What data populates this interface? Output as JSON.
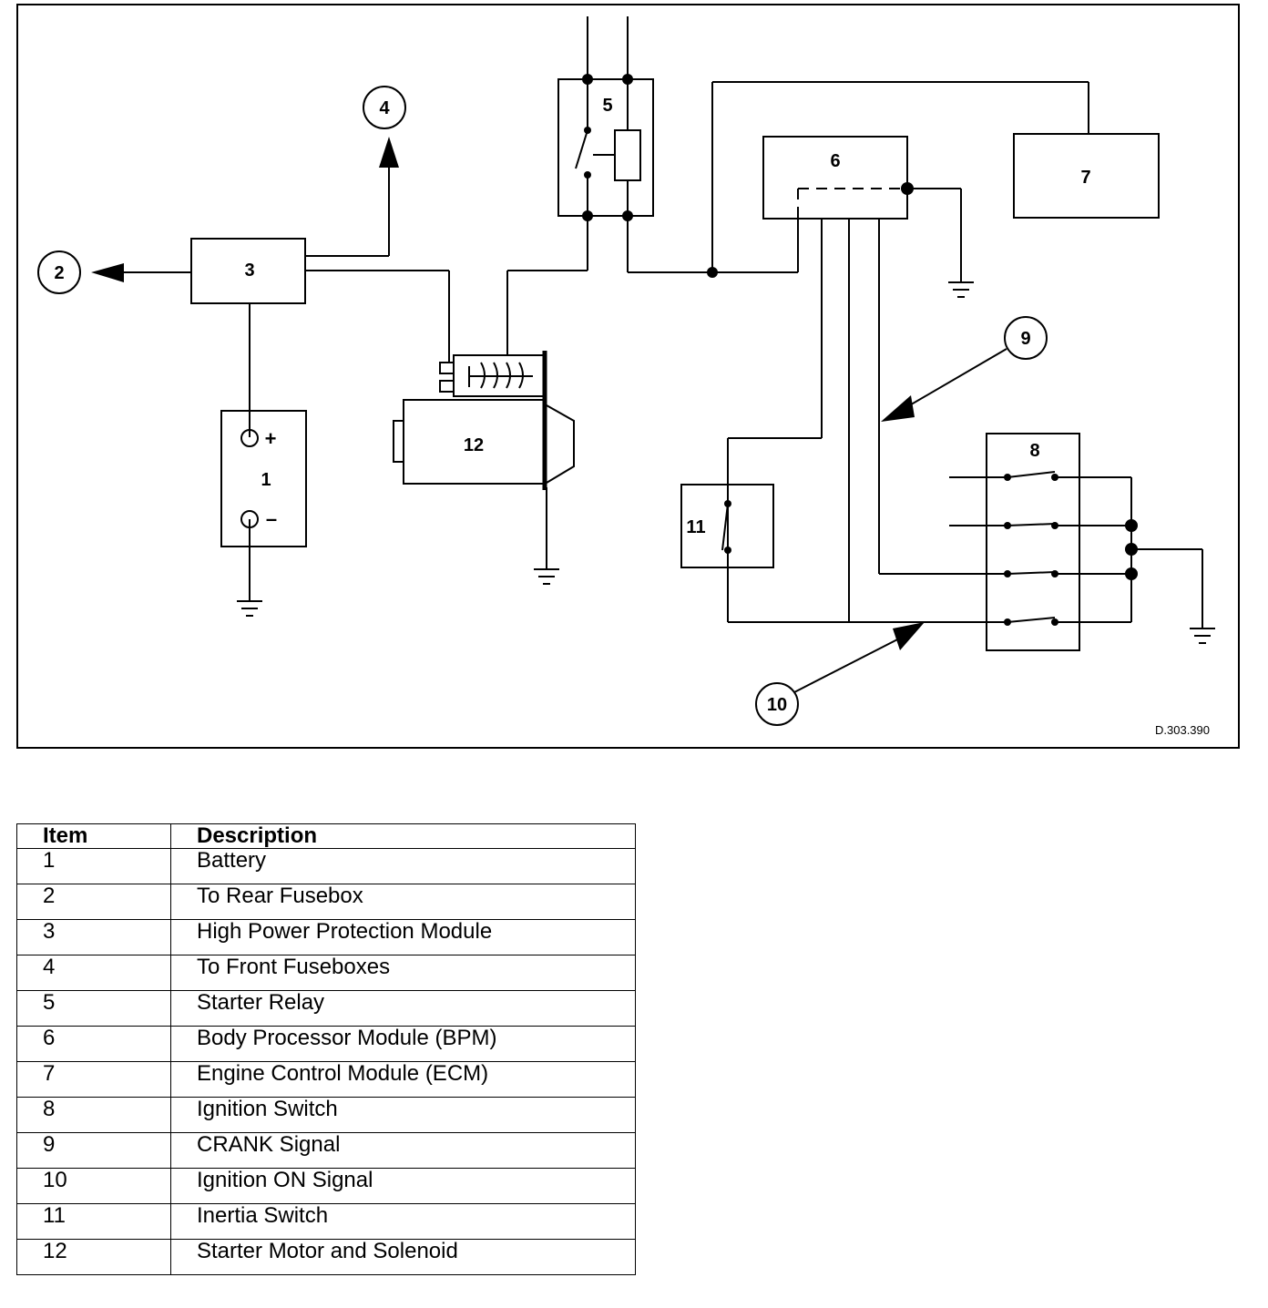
{
  "diagram": {
    "components": {
      "c1": "1",
      "c2": "2",
      "c3": "3",
      "c4": "4",
      "c5": "5",
      "c6": "6",
      "c7": "7",
      "c8": "8",
      "c9": "9",
      "c10": "10",
      "c11": "11",
      "c12": "12"
    },
    "battery_plus": "+",
    "battery_minus": "–",
    "ref_code": "D.303.390"
  },
  "legend": {
    "header_item": "Item",
    "header_description": "Description",
    "rows": [
      {
        "item": "1",
        "description": "Battery"
      },
      {
        "item": "2",
        "description": "To Rear Fusebox"
      },
      {
        "item": "3",
        "description": "High Power Protection Module"
      },
      {
        "item": "4",
        "description": "To Front Fuseboxes"
      },
      {
        "item": "5",
        "description": "Starter Relay"
      },
      {
        "item": "6",
        "description": "Body Processor Module (BPM)"
      },
      {
        "item": "7",
        "description": "Engine Control Module (ECM)"
      },
      {
        "item": "8",
        "description": "Ignition Switch"
      },
      {
        "item": "9",
        "description": "CRANK Signal"
      },
      {
        "item": "10",
        "description": "Ignition ON Signal"
      },
      {
        "item": "11",
        "description": "Inertia Switch"
      },
      {
        "item": "12",
        "description": "Starter Motor and Solenoid"
      }
    ]
  }
}
